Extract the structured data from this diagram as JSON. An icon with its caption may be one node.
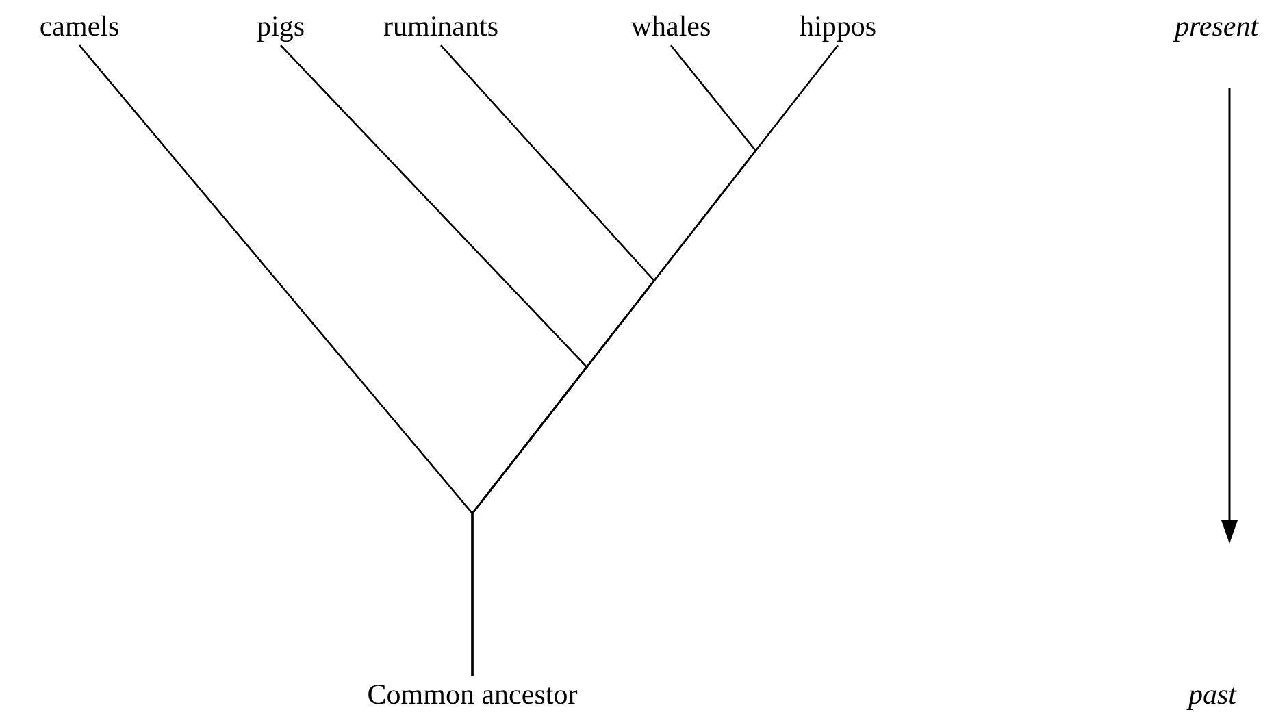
{
  "diagram": {
    "nodes": [
      {
        "text": [
          "camels"
        ]
      },
      {
        "text": [
          "pigs"
        ]
      },
      {
        "text": [
          "ruminants"
        ]
      },
      {
        "text": [
          "whales"
        ]
      },
      {
        "text": [
          "hippos"
        ]
      },
      {
        "text": [
          "Common ancestor"
        ]
      }
    ],
    "edges": [
      {
        "from": 0,
        "to": 5,
        "arrow": "none"
      },
      {
        "from": 1,
        "to": 5,
        "arrow": "none"
      },
      {
        "from": 2,
        "to": 5,
        "arrow": "none"
      },
      {
        "from": 3,
        "to": 5,
        "arrow": "none"
      },
      {
        "from": 4,
        "to": 5,
        "arrow": "none"
      }
    ],
    "labels": [
      "present",
      "past"
    ]
  }
}
